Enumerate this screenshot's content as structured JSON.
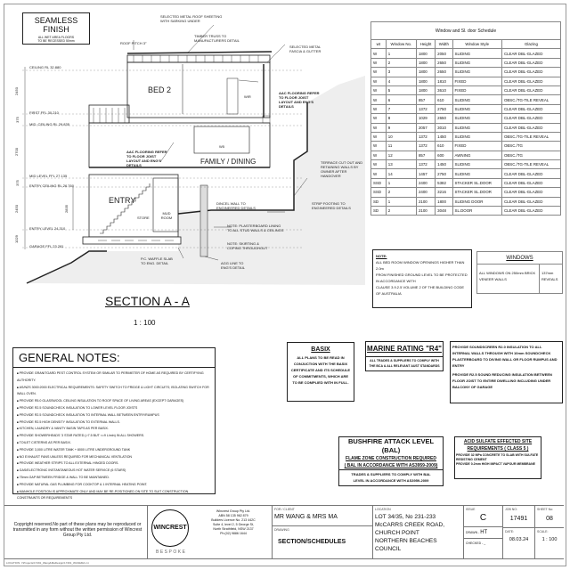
{
  "seamless": {
    "title": "SEAMLESS FINISH",
    "sub1": "ALL WET AREA FLOORS",
    "sub2": "TO BE RECESSED 50mm"
  },
  "section": {
    "title": "SECTION A - A",
    "scale": "1 : 100",
    "rooms": {
      "bed2": "BED 2",
      "family": "FAMILY / DINING",
      "entry": "ENTRY",
      "store": "STORE",
      "mud": "MUD ROOM",
      "wir": "WIR",
      "w5": "W5"
    },
    "levels": [
      "CEILING RL 32.880",
      "FIRST FFL 30.210",
      "MID. CEILING RL 29.835",
      "MID LEVEL FFL 27.135",
      "ENTRY CEILING RL 26.760",
      "ENTRY LEVEL 24.310",
      "GARAGE FFL 23.281"
    ],
    "dims": [
      "2450",
      "375",
      "2700",
      "375",
      "2450",
      "2835",
      "1029"
    ],
    "notes": {
      "roof_sheet": "SELECTED METAL ROOF SHEETING WITH SARKING UNDER",
      "truss": "TIMBER TRUSS TO MANUFACTURERS DETAIL",
      "pitch": "ROOF PITCH 3°",
      "fascia": "SELECTED METAL FASCIA & GUTTER",
      "aac1": "AAC FLOORING REFER TO FLOOR JOIST LAYOUT AND ENG'S DETAILS",
      "aac2": "AAC FLOORING REFER TO FLOOR JOIST LAYOUT AND ENG'S DETAILS",
      "terrace": "TERRACE CUT OUT AND RETAINING WALLS BY OWNER AFTER HANDOVER",
      "dincel": "DINCEL WALL TO ENGINEERED DETAILS",
      "strip": "STRIP FOOTING TO ENGINEERED DETAILS",
      "plaster": "NOTE: PLASTERBOARD LINING TO ALL STUD WALLS & CEILINGS",
      "skirting": "NOTE: SKIRTING & COPING THROUGHOUT",
      "agg": "AGG LINE TO ENG'S DETAIL",
      "waffle": "P.C. WAFFLE SLAB TO ENG. DETAIL"
    }
  },
  "schedule": {
    "title": "Window and Sl. door Schedule",
    "headers": [
      "wt",
      "Window No.",
      "Height",
      "Width",
      "Window Style",
      "Glazing"
    ],
    "rows": [
      [
        "W",
        "1",
        "1800",
        "2050",
        "SLIDING",
        "CLEAR DBL-GLAZED"
      ],
      [
        "W",
        "2",
        "1800",
        "2650",
        "SLIDING",
        "CLEAR DBL-GLAZED"
      ],
      [
        "W",
        "3",
        "1800",
        "2650",
        "SLIDING",
        "CLEAR DBL-GLAZED"
      ],
      [
        "W",
        "4",
        "1800",
        "1810",
        "FIXED",
        "CLEAR DBL-GLAZED"
      ],
      [
        "W",
        "5",
        "1800",
        "3610",
        "FIXED",
        "CLEAR DBL-GLAZED"
      ],
      [
        "W",
        "6",
        "857",
        "610",
        "SLIDING",
        "OBSC./TG-TILE REVEAL"
      ],
      [
        "W",
        "7",
        "1372",
        "2750",
        "SLIDING",
        "CLEAR DBL-GLAZED"
      ],
      [
        "W",
        "8",
        "1029",
        "2650",
        "SLIDING",
        "CLEAR DBL-GLAZED"
      ],
      [
        "W",
        "9",
        "2057",
        "3010",
        "SLIDING",
        "CLEAR DBL-GLAZED"
      ],
      [
        "W",
        "10",
        "1372",
        "1450",
        "SLIDING",
        "OBSC./TG-TILE REVEAL"
      ],
      [
        "W",
        "11",
        "1372",
        "610",
        "FIXED",
        "OBSC./TG"
      ],
      [
        "W",
        "12",
        "857",
        "600",
        "AWNING",
        "OBSC./TG"
      ],
      [
        "W",
        "13",
        "1372",
        "1450",
        "SLIDING",
        "OBSC./TG-TILE REVEAL"
      ],
      [
        "W",
        "14",
        "1457",
        "2750",
        "SLIDING",
        "CLEAR DBL-GLAZED"
      ],
      [
        "SSD",
        "1",
        "2400",
        "5382",
        "STACKER SL.DOOR",
        "CLEAR DBL-GLAZED"
      ],
      [
        "SSD",
        "2",
        "2400",
        "3216",
        "STACKER SL.DOOR",
        "CLEAR DBL-GLAZED"
      ],
      [
        "SD",
        "1",
        "2100",
        "1800",
        "SLIDING DOOR",
        "CLEAR DBL-GLAZED"
      ],
      [
        "SD",
        "2",
        "2100",
        "3048",
        "SL.DOOR",
        "CLEAR DBL-GLAZED"
      ]
    ]
  },
  "note": {
    "title": "NOTE:",
    "lines": [
      "ALL BED ROOM WINDOW OPENINGS HIGHER THAN 2.0m",
      "FROM FINISHED GROUND LEVEL TO BE PROTECTED",
      "IN ACCORDANCE WITH",
      "CLAUSE 3.9.2.5 VOLUME 2 OF THE BUILDING CODE",
      "OF AUSTRALIA"
    ]
  },
  "windows": {
    "title": "WINDOWS",
    "left": "ALL WINDOWS ON 250mm BRICK VENEER WALLS",
    "right": "137mm REVEALS"
  },
  "general_notes": {
    "title": "GENERAL NOTES:",
    "items": [
      "PROVIDE GRANITGARD PEST CONTROL SYSTEM OR SIMILAR TO PERIMETER OF HOME AS REQUIRED BY CERTIFYING AUTHORITY.",
      "AS/NZS 3000:2000 ELECTRICAL REQUIREMENTS: SAFETY SWITCH TO FRIDGE & LIGHT CIRCUITS; ISOLATING SWITCH FOR WALL OVEN.",
      "PROVIDE R5.0 GLASSWOOL CEILING INSULATION TO ROOF SPACE OF LIVING AREAS (EXCEPT GARAGES)",
      "PROVIDE R2.5 SOUNDCHECK INSULATION TO LOWER LEVEL FLOOR JOISTS",
      "PROVIDE R2.5 SOUNDCHECK INSULATION TO INTERNAL WALL BETWEEN ENTRY/RUMPUS",
      "PROVIDE R2.5 HIGH DENSITY INSULATION TO EXTERNAL WALLS.",
      "KITCHEN, LAUNDRY & VANITY BASIN TAPS AS PER BASIX.",
      "PROVIDE SHOWERHEADS '3 STAR RATED (>7.5 BUT <=9 L/min) IN ALL SHOWERS.",
      "TOILET CISTERNS AS PER BASIX.",
      "PROVIDE 3,000 LITRE WATER TANK + 8000 LITRE UNDERGROUND TANK",
      "NO EXHAUST FANS UNLESS REQUIRED FOR MECHANICAL VENTILATION",
      "PROVIDE WEATHER STRIPS TO ALL EXTERNAL HINGED DOORS.",
      "GAS/ELECTRONIC INSTANTANEOUS HOT WATER SERVICE (6 STARS)",
      "75mm GAP BETWEEN FRIDGE & WALL TO BE MAINTAINED.",
      "PROVIDE NATURAL GAS PLUMBING FOR COOKTOP & 1 INTERNAL HEATING POINT.",
      "MANHOLE POSITION IS APPROXIMATE ONLY AND MAY BE RE-POSITIONED ON SITE TO SUIT CONSTRUCTION CONSTRAINTS OR REQUIREMENTS"
    ]
  },
  "basix": {
    "title": "BASIX",
    "text": "ALL PLANS TO BE READ IN CONJUCTION WITH THE BASIX CERTIFICATE AND ITS SCHEDULE OF COMMITMENTS, WHICH ARE TO BE COMPLIED WITH IN FULL."
  },
  "marine": {
    "title": "MARINE RATING \"R4\"",
    "text": "ALL TRADES & SUPPLIERS TO COMPLY WITH THE BCA & ALL RELEVANT AUST STANDARDS"
  },
  "sound": {
    "p1": "PROVIDE SOUNDSCREEN R2.0 INSULATION TO ALL INTERNAL WALLS THROUGH WITH 10mm SOUNDCHECK PLASTERBOARD TO DIVING WALL GR FLOOR RUMPUS AND ENTRY",
    "p2": "PROVIDE R2.5 SOUND REDUCING INSULATION BETWEEN FLOOR JOIST TO ENTIRE DWELLING INCLUDING UNDER BALCONY OF GARAGE"
  },
  "bushfire": {
    "title": "BUSHFIRE ATTACK LEVEL (BAL)",
    "sub1": "FLAME ZONE CONSTRUCTION REQUIRED",
    "sub2": "( BAL IN ACCORDANCE WITH AS3959-2009)",
    "text": "TRADES & SUPPLIERS TO COMPLY WITH BAL LEVEL IN ACCORDANCE WITH AS3959-2009"
  },
  "acid": {
    "title": "ACID SULFATE EFFECTED SITE REQUIREMENTS ( CLASS 5 )",
    "l1": "PROVIDE 32 MPa CONCRETE TO SLAB WITH SULFATE RESISTING CEMENT",
    "l2": "PROVIDE 0.2mm HIGH IMPACT VAPOUR MEMBRANE"
  },
  "title_block": {
    "copyright": "Copyright reserved.No part of these plans may be reproduced or transmitted in any form without the written permission of Wincrest Group Pty Ltd.",
    "logo": "WINCREST",
    "logo_sub": "BESPOKE",
    "company": [
      "Wincrest Group Pty Ltd.",
      "ABN 58 135 962 879",
      "Builders Licence No. 213 442C",
      "Suite 4, level 2, 5 George St,",
      "North Strathfield, NSW 2137",
      "Ph:(02) 9886 1644"
    ],
    "client_label": "FOR / CLIENT",
    "client": "MR WANG & MRS MA",
    "drawing_label": "DRAWING",
    "drawing": "SECTION/SCHEDULES",
    "location_label": "LOCATION",
    "location": [
      "LOT 34/35, No 231-233",
      "McCARRS CREEK ROAD,",
      "CHURCH POINT",
      "NORTHERN BEACHES COUNCIL"
    ],
    "issue_label": "ISSUE",
    "issue": "C",
    "job_label": "JOB NO:",
    "job": "17491",
    "sheet_label": "SHEET No:",
    "sheet": "08",
    "drawn_label": "DRAWN -",
    "drawn": "HT",
    "checked_label": "CHECKED -",
    "checked": "_",
    "date_label": "DATE:",
    "date": "08.03.24",
    "scale_label": "SCALE:",
    "scale": "1 : 100",
    "footnote": "LOCATION: I:\\Projects\\17491_Wang&MaDesign\\17491_WAN&MA.rvt"
  }
}
